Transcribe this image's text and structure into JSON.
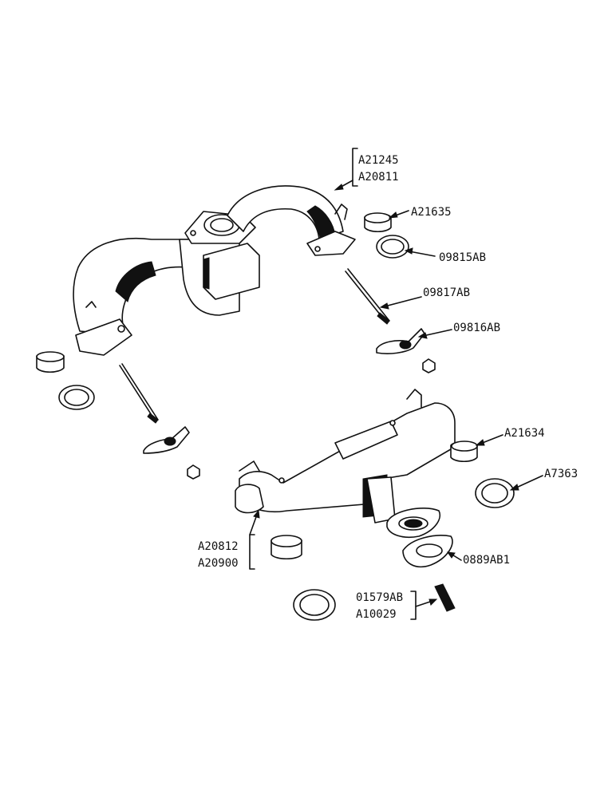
{
  "labels": {
    "upper_manifold_1": "A21245",
    "upper_manifold_2": "A20811",
    "upper_sleeve": "A21635",
    "upper_ring": "09815AB",
    "stud": "09817AB",
    "clamp": "09816AB",
    "lower_sleeve": "A21634",
    "lower_ring": "A7363",
    "lower_manifold_1": "A20812",
    "lower_manifold_2": "A20900",
    "gasket": "0889AB1",
    "small_stud_1": "01579AB",
    "small_stud_2": "A10029"
  }
}
